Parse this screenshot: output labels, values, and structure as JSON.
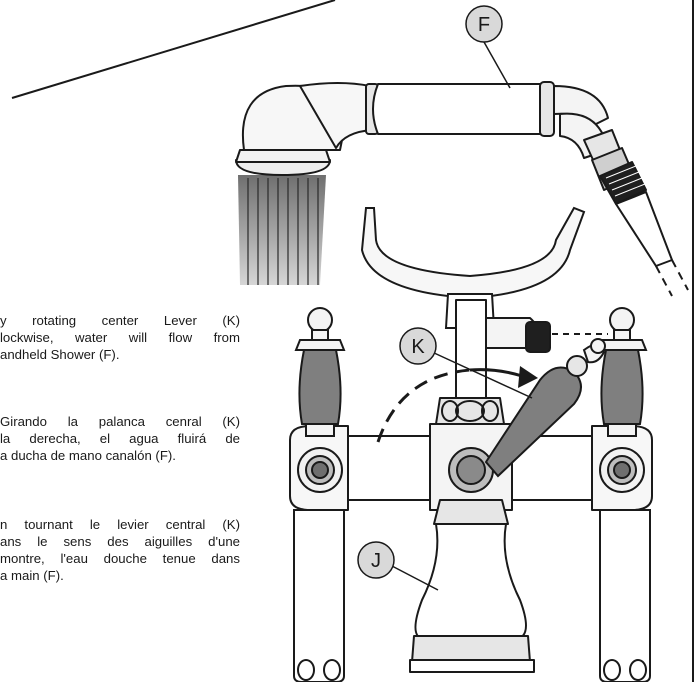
{
  "callouts": {
    "F": "F",
    "K": "K",
    "J": "J"
  },
  "instructions": {
    "en": {
      "line1": "y rotating center Lever (K)",
      "line2": "lockwise, water will flow from",
      "line3": "andheld Shower (F)."
    },
    "es": {
      "line1": "Girando la palanca cenral (K)",
      "line2": "la derecha, el agua fluirá de",
      "line3": "a  ducha de mano canalón (F)."
    },
    "fr": {
      "line1": "n tournant le levier central (K)",
      "line2": "ans le sens des aiguilles d'une",
      "line3": "montre, l'eau douche tenue dans",
      "line4": "a main (F)."
    }
  },
  "colors": {
    "line": "#1a1a1a",
    "fill_light": "#e6e6e6",
    "fill_mid": "#bdbdbd",
    "fill_dark": "#8a8a8a",
    "lever_fill": "#7f7f7f",
    "background": "#ffffff"
  }
}
